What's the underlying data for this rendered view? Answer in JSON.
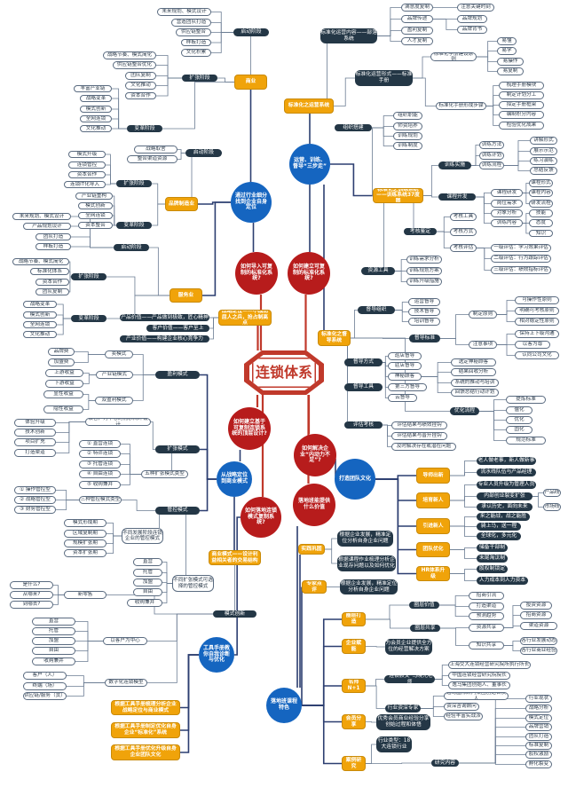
{
  "title": "连锁体系",
  "colors": {
    "leaf_border": "#5a6b80",
    "dark_node": "#243746",
    "orange_node": "#f0a30a",
    "blue_circle": "#1565c0",
    "red_circle": "#b71c1c",
    "center": "#c0392b",
    "line": "#6b7c93"
  },
  "nodes": {
    "c": "连锁体系",
    "r1": "如何导入可复制的标准化系统?",
    "b1": "通过行业细分找到企业自身定位",
    "r2": "如何建立可复制的标准化系统?",
    "b2": "运营、训练、督导“三步走”",
    "r3": "如何建立基于可复制连锁系统的顶层设计?",
    "b3": "从战略定位到商业模式",
    "r4": "如何解决企业“内动力不足”?",
    "b4": "打造团队文化",
    "r5": "落地班能提供什么价值",
    "b5": "落地班课程特色",
    "r6": "如何落地连锁模式复制系统?",
    "b6": "工具手册教你自我诊断与优化",
    "a1": "商业",
    "a2": "启动阶段",
    "a3": "未来规划、模式设计",
    "a4": "营造团队打造",
    "a5": "供应链整合",
    "a6": "样板打造",
    "a7": "文化积累",
    "a8": "扩张阶段",
    "a9": "战略节奏、模式简化",
    "a10": "供应链整合优化",
    "a11": "团队复制",
    "a12": "文化推动",
    "a13": "资本合作",
    "a14": "变革阶段",
    "a15": "丰富产业链",
    "a16": "战略变革",
    "a17": "模式创新",
    "a18": "全网连锁",
    "a19": "文化推动",
    "a20": "品牌制造业",
    "a21": "启动阶段",
    "a22": "战略取舍",
    "a23": "整合渠道资源",
    "a24": "扩张阶段",
    "a25": "模式升级",
    "a26": "连锁管控",
    "a27": "资本合作",
    "a28": "连锁IT化导入",
    "a29": "变革阶段",
    "a30": "产业链重构",
    "a31": "模式创新",
    "a32": "全网连锁",
    "a33": "资本整合",
    "a34": "服务业",
    "a35": "启动阶段",
    "a36": "未来规划、模式设计",
    "a37": "产品规划设计",
    "a38": "团队打造",
    "a39": "样板打造",
    "a40": "扩张阶段",
    "a41": "战略节奏、模式简化",
    "a42": "标准化体系",
    "a43": "资本合作",
    "a44": "团队复制",
    "a45": "变革阶段",
    "a46": "战略变革",
    "a47": "模式创新",
    "a48": "全网连锁",
    "a49": "文化推动",
    "a50": "战略定位——不战而屈人之兵，抢占制高点",
    "a51": "产品价值——产品做到极致，匠心精神",
    "a52": "客户价值——客户至上",
    "a53": "产业价值——构建企业核心竞争力",
    "s1": "标准化之运营系统",
    "s2": "标准化运营内容——部落系统",
    "s3": "满意度复制",
    "s4": "品牌传递",
    "s5": "盈利复制",
    "s6": "人才复制",
    "s7": "注意关键时刻",
    "s8": "品牌规划",
    "s9": "品牌背书",
    "s10": "标准化运营形式——标准手册",
    "s11": "标准化手册建设原则",
    "s12": "易懂",
    "s13": "易学",
    "s14": "易操作",
    "s15": "易复制",
    "s16": "标准化手册形成步骤",
    "s17": "梳理手册模块",
    "s18": "制定计划分工",
    "s19": "拟定手册框架",
    "s20": "编制积分内容",
    "s21": "检验优化成果",
    "s22": "标准化之训练系统——训练系统37度图",
    "s23": "组织搭建",
    "s24": "组织职能",
    "s25": "师资培养",
    "s26": "训练规划",
    "s27": "训练制度",
    "s28": "训练实施",
    "s29": "训练方法",
    "s30": "训练计划",
    "s31": "训练流程",
    "s32": "讲解形式",
    "s33": "展示示范",
    "s34": "练习演练",
    "s35": "总结反馈",
    "s36": "课程开发",
    "s37": "课程研发",
    "s38": "岗位需求",
    "s39": "对象分析",
    "s40": "训练内容",
    "s41": "课程形式",
    "s42": "课程内容",
    "s43": "研发流程",
    "s44": "技能",
    "s45": "态度",
    "s46": "知识",
    "s47": "考核鉴定",
    "s48": "考核工具",
    "s49": "考核方式",
    "s50": "考核评估",
    "s51": "一级评估：学习效果评估",
    "s52": "二级评估：行为跟踪评估",
    "s53": "三级评估：绩效指标评估",
    "s54": "资源工具",
    "s55": "训练需求分析",
    "s56": "训练规划方案",
    "s57": "训练升级措施",
    "s58": "标准化之督导系统",
    "s59": "督导组织",
    "s60": "运营督导",
    "s61": "技术督导",
    "s62": "培训督导",
    "s63": "督导标准",
    "s64": "制定原则",
    "s65": "可操作性原则",
    "s66": "明确可考核原则",
    "s67": "相对稳定性原则",
    "s68": "注意事项",
    "s69": "保持上下级沟通",
    "s70": "以客为尊",
    "s71": "认同公司文化",
    "s72": "督导方式",
    "s73": "巡店督导",
    "s74": "驻店督导",
    "s75": "神秘顾客",
    "s76": "第三方督导",
    "s77": "云督导",
    "s78": "选定神秘顾客",
    "s79": "结果回收分析",
    "s80": "系统的推动与培训",
    "s81": "回馈总结行动计划",
    "s82": "督导工具",
    "s83": "优化流程",
    "s84": "提炼标准",
    "s85": "僵化",
    "s86": "优化",
    "s87": "固化",
    "s88": "规范标准",
    "s89": "评估考核",
    "s90": "评估结果与绩效挂钩",
    "s91": "评估结果与晋升挂钩",
    "s92": "及时解决存在或潜在问题",
    "m1": "盈利模式",
    "m2": "卖模式",
    "m3": "品牌费",
    "m4": "加盟费",
    "m5": "产业链模式",
    "m6": "上游收益",
    "m7": "下游收益",
    "m8": "双盈利模式",
    "m9": "显性收益",
    "m10": "隐性收益",
    "m11": "扩张模式",
    "m12": "以客户为中心的需求闭环设计",
    "m13": "体验升级",
    "m14": "技术创新",
    "m15": "项目扩充",
    "m16": "打造渠道",
    "m17": "五种扩张模式类型",
    "m18": "① 直营连锁",
    "m19": "② 特许连锁",
    "m20": "③ 托管连锁",
    "m21": "④ 自由连锁",
    "m22": "⑤ 收购兼并",
    "m23": "管控模式",
    "m24": "三种管控模式类型",
    "m25": "① 操作管控型",
    "m26": "② 战略管控型",
    "m27": "③ 财务管控型",
    "m28": "不同发展阶段连锁企业的管控模式",
    "m29": "模式形成期",
    "m30": "区域复制期",
    "m31": "规模扩张期",
    "m32": "资本扩张期",
    "m33": "不同扩张模式可选择的管控模式",
    "m34": "直营",
    "m35": "托管",
    "m36": "加盟",
    "m37": "自由",
    "m38": "收购兼并",
    "m39": "商业模式——设计利益相关者的交易结构",
    "m40": "模式创新",
    "m41": "新零售",
    "m42": "是什么?",
    "m43": "从哪来?",
    "m44": "到哪去?",
    "m45": "以客户为中心",
    "m46": "直营",
    "m47": "托管",
    "m48": "加盟",
    "m49": "自由",
    "m50": "收购兼并",
    "m51": "数字化连锁模型",
    "m52": "客户（人）",
    "m53": "终端（场）",
    "m54": "供应链/服务（货）",
    "h1": "导师出新",
    "h2": "培育新人",
    "h3": "引进新人",
    "h4": "团队优化",
    "h5": "HR体系升级",
    "h6": "老人做老事，新人做新事",
    "h7": "流水线队伍与产品经理",
    "h8": "专业人员升级为管理人员",
    "h9": "内部创业裂变扩张",
    "h10": "承认历史，面向未来",
    "h11": "产品线",
    "h12": "市场线",
    "h13": "来之能战，战之能胜",
    "h14": "骑上马，送一程",
    "h15": "全球化，多元化",
    "h16": "储备干部制",
    "h17": "末尾淘汰制",
    "h18": "股权制锁定",
    "h19": "人力成本到人力资本",
    "k1": "实践巩固",
    "k2": "根据企业发展，精准定位分析自身企业问题",
    "k3": "根据课程作业梳理分析企业现存问题以及如何优化",
    "k4": "专家点评",
    "k5": "根据企业发展，精准定位分析自身企业问题",
    "k6": "圈层打造",
    "k7": "圈层价值",
    "k8": "招商引流",
    "k9": "打造渠道",
    "k10": "预测趋势",
    "k11": "圈层共享",
    "k12": "资源共享",
    "k13": "投资资源",
    "k14": "招商资源",
    "k15": "渠道资源",
    "k16": "知识共享",
    "k17": "各行业发展动态",
    "k18": "各行业商业经验",
    "k19": "企业赋能",
    "k20": "为会员企业提供全方位的经营解决方案",
    "k21": "名师N+1",
    "k22": "“连锁教父”马晓光老师",
    "k23": "上海交大连锁经营研究院所执行所长",
    "k24": "中国连锁经营研究院院长",
    "k25": "逸马集团创始人、董事长",
    "k26": "行业资深专家",
    "k27": "逸马国际顾问集团创始合伙人",
    "k28": "资深咨询顾问",
    "k29": "经验丰富实战派",
    "k30": "会员分享",
    "k31": "优秀会员商业经验分享创始过程和体悟",
    "k32": "案例研究",
    "k33": "行业类型：18大连锁行业",
    "k34": "研究内容",
    "k35": "行业现状",
    "k36": "战略分析",
    "k37": "模式定位",
    "k38": "品牌营销",
    "k39": "团队打造",
    "k40": "标准复制",
    "k41": "股权激励",
    "k42": "孵化裂变",
    "g1": "根据工具手册梳理分析企业战略定位与商业模式",
    "g2": "根据工具手册制定优化自身企业“标准化”系统",
    "g3": "根据工具手册优化升级自身企业团队文化"
  }
}
